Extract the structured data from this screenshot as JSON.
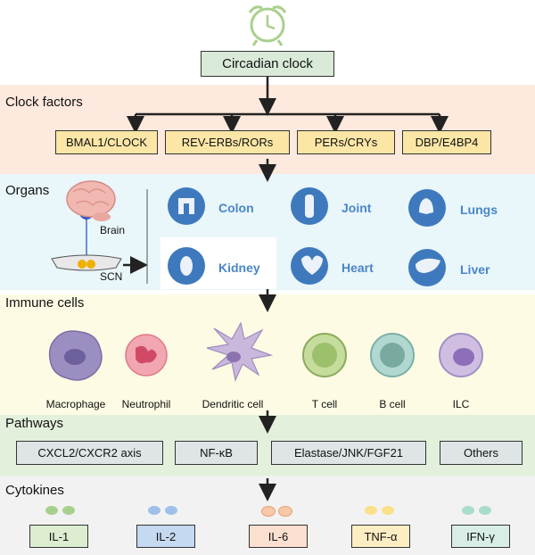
{
  "top": {
    "title": "Circadian clock"
  },
  "clock_factors": {
    "section_label": "Clock factors",
    "items": [
      "BMAL1/CLOCK",
      "REV-ERBs/RORs",
      "PERs/CRYs",
      "DBP/E4BP4"
    ]
  },
  "organs": {
    "section_label": "Organs",
    "brain_label": "Brain",
    "scn_label": "SCN",
    "items": [
      "Colon",
      "Joint",
      "Lungs",
      "Kidney",
      "Heart",
      "Liver"
    ]
  },
  "immune_cells": {
    "section_label": "Immune cells",
    "items": [
      "Macrophage",
      "Neutrophil",
      "Dendritic cell",
      "T cell",
      "B cell",
      "ILC"
    ]
  },
  "pathways": {
    "section_label": "Pathways",
    "items": [
      "CXCL2/CXCR2 axis",
      "NF-κB",
      "Elastase/JNK/FGF21",
      "Others"
    ]
  },
  "cytokines": {
    "section_label": "Cytokines",
    "items": [
      "IL-1",
      "IL-2",
      "IL-6",
      "TNF-α",
      "IFN-γ"
    ]
  },
  "colors": {
    "clock_band": "#fde9dd",
    "organ_band": "#e9f6fa",
    "immune_band": "#fdfbe4",
    "pathway_band": "#e3f0dc",
    "cytokine_band": "#f2f2f2",
    "clock_box": "#fbe6a6",
    "top_box": "#d9ead9",
    "pathway_box": "#dfe5e6",
    "organ_icon": "#3f79bd",
    "organ_text": "#4a86c8"
  }
}
